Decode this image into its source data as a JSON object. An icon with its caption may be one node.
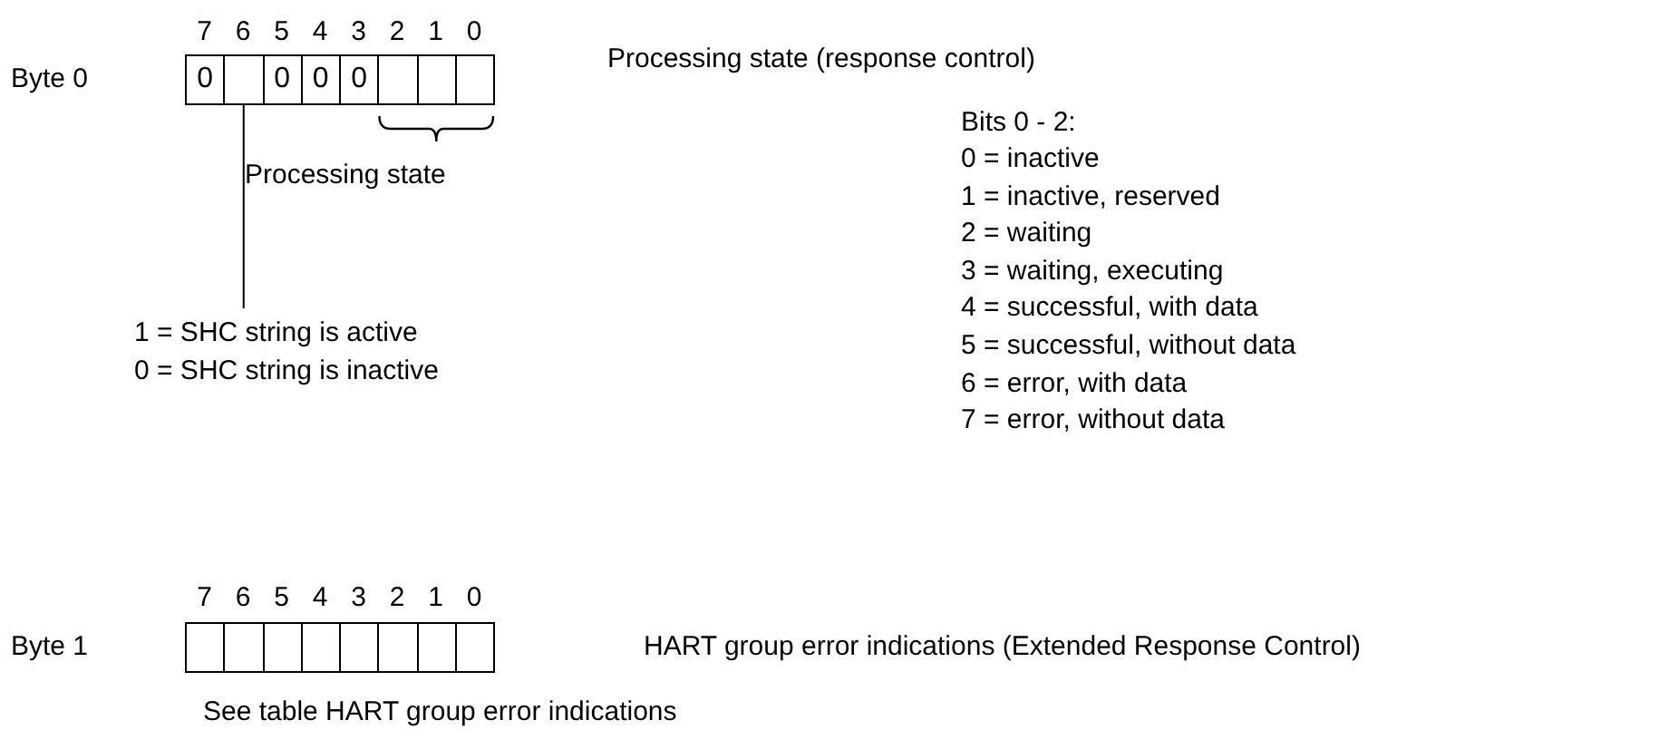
{
  "diagram": {
    "nodes": [
      {
        "text": [
          "0"
        ]
      },
      {
        "text": [],
        "shape": "box"
      },
      {
        "text": [
          "0"
        ]
      },
      {
        "text": [
          "0"
        ]
      },
      {
        "text": [
          "0"
        ]
      },
      {
        "text": [],
        "shape": "box"
      },
      {
        "text": [],
        "shape": "box"
      },
      {
        "text": [],
        "shape": "box"
      },
      {
        "text": [
          "1 = SHC string is active",
          "0 = SHC string is inactive"
        ]
      },
      {
        "text": [],
        "shape": "box"
      },
      {
        "text": [],
        "shape": "box"
      },
      {
        "text": [],
        "shape": "box"
      },
      {
        "text": [],
        "shape": "box"
      },
      {
        "text": [],
        "shape": "box"
      },
      {
        "text": [],
        "shape": "box"
      },
      {
        "text": [],
        "shape": "box"
      },
      {
        "text": [],
        "shape": "box"
      }
    ],
    "edges": [
      {
        "from": 8,
        "to": 1,
        "arrow": "none"
      }
    ],
    "labels": [
      "7",
      "6",
      "5",
      "4",
      "3",
      "2",
      "1",
      "0",
      "Processing state (response control)",
      "Byte 0",
      "Processing state",
      "Bits 0 - 2:",
      "0 = inactive",
      "1 = inactive, reserved",
      "2 = waiting",
      "3 = waiting, executing",
      "4 = successful, with data",
      "5 = successful, without data",
      "6 = error, with data",
      "7 = error, without data",
      "7",
      "6",
      "5",
      "4",
      "3",
      "2",
      "1",
      "0",
      "Byte 1",
      "HART group error indications (Extended Response Control)",
      "See table HART group error indications"
    ]
  }
}
